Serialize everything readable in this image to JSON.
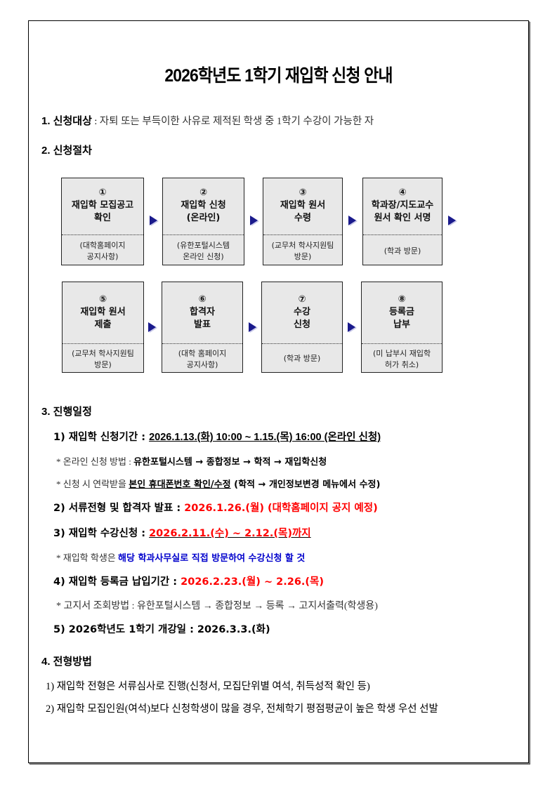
{
  "title": "2026학년도 1학기 재입학 신청 안내",
  "section1": {
    "label": "1. 신청대상",
    "sep": " : ",
    "text": "자퇴 또는 부득이한 사유로 제적된 학생 중 1학기 수강이 가능한 자"
  },
  "section2": {
    "label": "2. 신청절차",
    "steps": [
      {
        "num": "①",
        "line1": "재입학 모집공고",
        "line2": "확인",
        "note1": "(대학홈페이지",
        "note2": "공지사항)"
      },
      {
        "num": "②",
        "line1": "재입학 신청",
        "line2": "(온라인)",
        "note1": "(유한포털시스템",
        "note2": "온라인 신청)"
      },
      {
        "num": "③",
        "line1": "재입학 원서",
        "line2": "수령",
        "note1": "(교무처 학사지원팀",
        "note2": "방문)"
      },
      {
        "num": "④",
        "line1": "학과장/지도교수",
        "line2": "원서 확인 서명",
        "note1": "(학과 방문)",
        "note2": ""
      },
      {
        "num": "⑤",
        "line1": "재입학 원서",
        "line2": "제출",
        "note1": "(교무처 학사지원팀",
        "note2": "방문)"
      },
      {
        "num": "⑥",
        "line1": "합격자",
        "line2": "발표",
        "note1": "(대학 홈페이지",
        "note2": "공지사항)"
      },
      {
        "num": "⑦",
        "line1": "수강",
        "line2": "신청",
        "note1": "(학과 방문)",
        "note2": ""
      },
      {
        "num": "⑧",
        "line1": "등록금",
        "line2": "납부",
        "note1": "(미 납부시 재입학",
        "note2": "허가 취소)"
      }
    ]
  },
  "section3": {
    "label": "3. 진행일정",
    "item1": {
      "label": "1) 재입학 신청기간 : ",
      "value": "2026.1.13.(화) 10:00 ~ 1.15.(목) 16:00 (온라인 신청)"
    },
    "note1": {
      "prefix": "* 온라인 신청 방법 : ",
      "value": "유한포털시스템 → 종합정보 → 학적 → 재입학신청"
    },
    "note2": {
      "prefix": "* 신청 시 연락받을 ",
      "value": "본인 휴대폰번호 확인/수정",
      "suffix": " (학적 → 개인정보변경 메뉴에서 수정)"
    },
    "item2": {
      "label": "2) 서류전형 및 합격자 발표 : ",
      "value": "2026.1.26.(월) (대학홈페이지 공지 예정)"
    },
    "item3": {
      "label": "3) 재입학 수강신청 : ",
      "value": "2026.2.11.(수) ~ 2.12.(목)까지"
    },
    "note3": {
      "prefix": "* 재입학 학생은 ",
      "value": "해당 학과사무실로 직접 방문하여 수강신청 할 것"
    },
    "item4": {
      "label": "4) 재입학 등록금 납입기간 : ",
      "value": "2026.2.23.(월) ~ 2.26.(목)"
    },
    "note4": {
      "text": "* 고지서 조회방법 : 유한포털시스템 → 종합정보 → 등록 → 고지서출력(학생용)"
    },
    "item5": {
      "label": "5) 2026학년도 1학기 개강일 : ",
      "value": "2026.3.3.(화)"
    }
  },
  "section4": {
    "label": "4. 전형방법",
    "items": [
      "1) 재입학 전형은 서류심사로 진행(신청서, 모집단위별 여석, 취득성적 확인 등)",
      "2) 재입학 모집인원(여석)보다 신청학생이 많을 경우, 전체학기 평점평균이 높은 학생 우선 선발"
    ]
  },
  "colors": {
    "red": "#ff0000",
    "blue": "#0000cc",
    "box_bg": "#e8e8e8",
    "arrow": "#1a1a8c"
  }
}
